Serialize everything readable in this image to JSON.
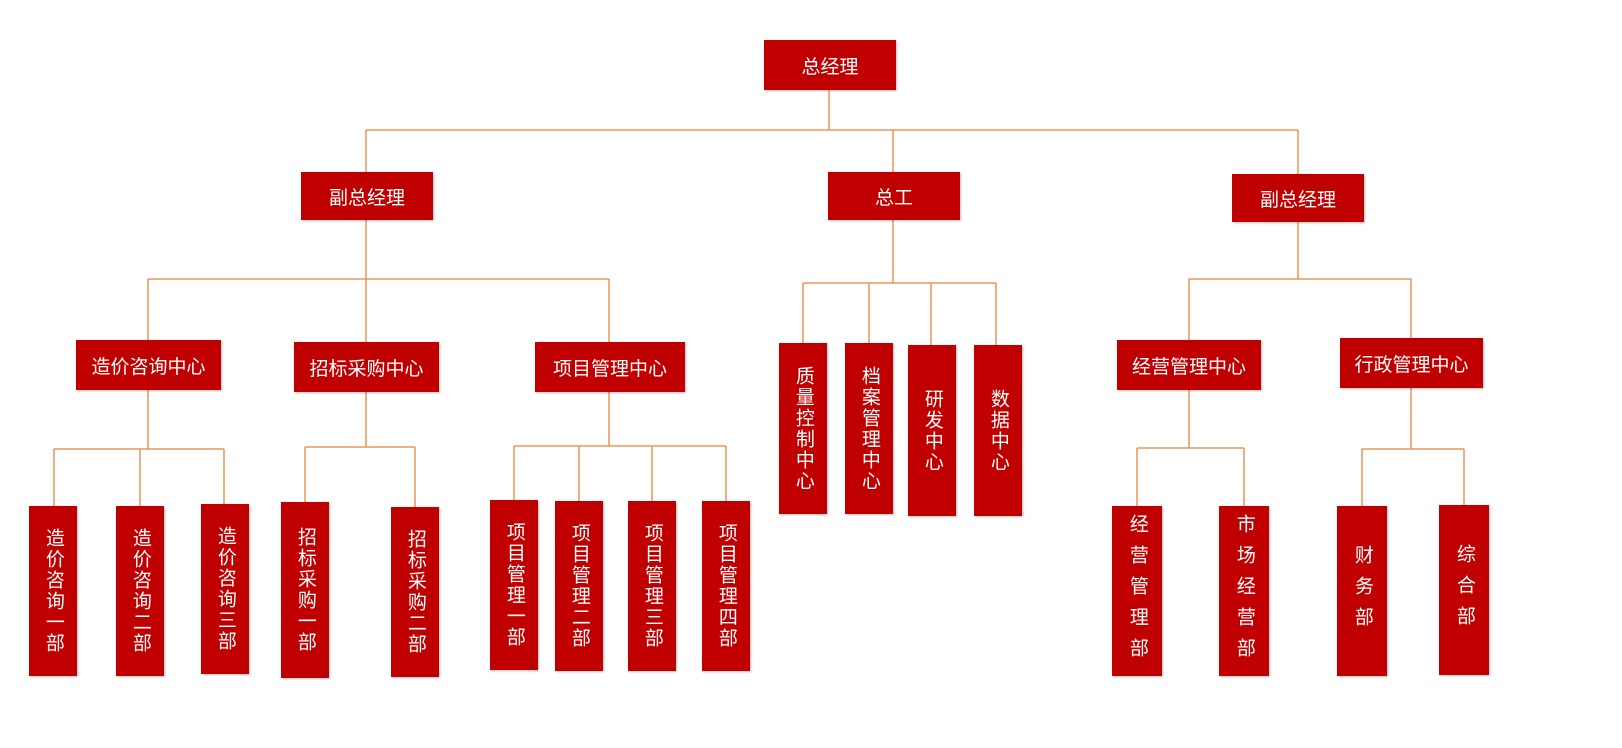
{
  "colors": {
    "box": "#c00000",
    "line": "#e8843c",
    "text": "#ffffff"
  },
  "nodes": {
    "ceo": "总经理",
    "vp_left": "副总经理",
    "chief_engineer": "总工",
    "vp_right": "副总经理",
    "cost_center": "造价咨询中心",
    "bidding_center": "招标采购中心",
    "project_center": "项目管理中心",
    "quality_center": "质量控制中心",
    "archive_center": "档案管理中心",
    "rnd_center": "研发中心",
    "data_center": "数据中心",
    "business_center": "经营管理中心",
    "admin_center": "行政管理中心",
    "cost_dept_1": "造价咨询一部",
    "cost_dept_2": "造价咨询二部",
    "cost_dept_3": "造价咨询三部",
    "bidding_dept_1": "招标采购一部",
    "bidding_dept_2": "招标采购二部",
    "project_dept_1": "项目管理一部",
    "project_dept_2": "项目管理二部",
    "project_dept_3": "项目管理三部",
    "project_dept_4": "项目管理四部",
    "business_dept": "经营管理部",
    "market_dept": "市场经营部",
    "finance_dept": "财务部",
    "general_dept": "综合部"
  }
}
